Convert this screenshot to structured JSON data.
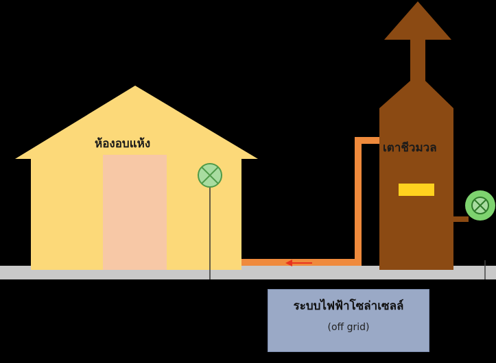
{
  "labels": {
    "house": "ห้องอบแห้ง",
    "tower": "เตาชีวมวล"
  },
  "panel": {
    "title": "ระบบไฟฟ้าโซล่าเซลล์",
    "subtitle": "(off grid)"
  },
  "icons": {
    "house_lamp": "lamp-icon",
    "tower_lamp": "lamp-icon",
    "flow_arrow": "arrow-left-icon",
    "exhaust_arrow": "arrow-up-icon"
  },
  "colors": {
    "background": "#000000",
    "ground": "#c9c9c9",
    "house": "#fcd979",
    "door": "#f7c8a6",
    "tower": "#8b4a13",
    "pipe": "#ef8a3c",
    "lamp": "#a8dca0",
    "lamp_outline": "#4f9a48",
    "tower_lamp": "#7ed36f",
    "slot": "#ffd21f",
    "panel": "#9aa9c6",
    "flow_arrow": "#e8331f"
  }
}
